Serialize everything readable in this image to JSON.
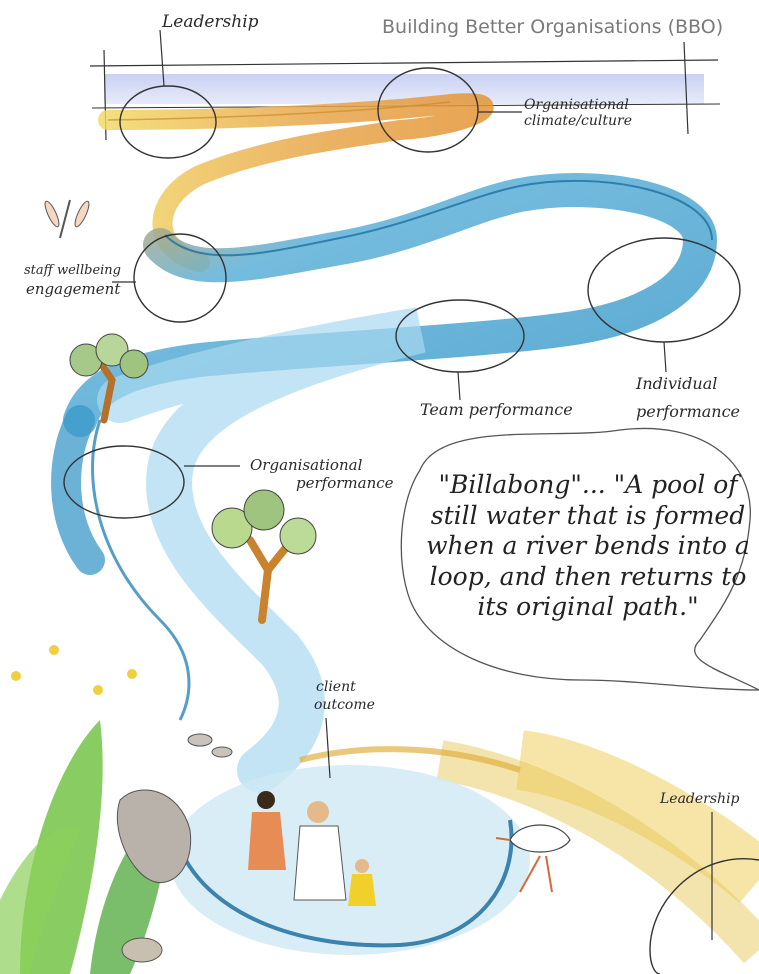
{
  "title": "Building Better Organisations (BBO)",
  "labels": {
    "leadership_top": "Leadership",
    "climate_line1": "Organisational",
    "climate_line2": "climate/culture",
    "staff_line1": "staff wellbeing",
    "staff_line2": "engagement",
    "team": "Team performance",
    "individual_line1": "Individual",
    "individual_line2": "performance",
    "org_perf_line1": "Organisational",
    "org_perf_line2": "performance",
    "client_line1": "client",
    "client_line2": "outcome",
    "leadership_bottom": "Leadership"
  },
  "quote": "\"Billabong\"... \"A pool of still water that is formed when a river bends into a loop, and then returns to its original path.\"",
  "colors": {
    "river_blue": "#2a8fc0",
    "river_light": "#9fd3ea",
    "river_orange": "#e49a3a",
    "river_yellow": "#f1d35a",
    "foliage_green": "#6bbf3a",
    "sky_band": "#9aa8e6",
    "trunk": "#c9822e",
    "ink": "#2a2a2a"
  }
}
